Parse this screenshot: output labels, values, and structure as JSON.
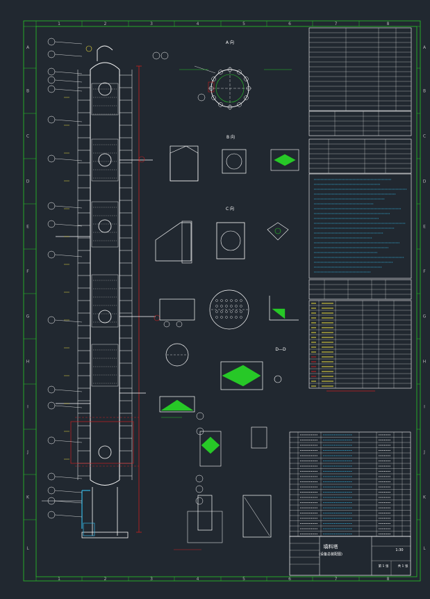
{
  "drawing": {
    "background": "#212830",
    "colors": {
      "frame": "#27c827",
      "geometry": "#ffffff",
      "dimension": "#cc1f1f",
      "text": "#f0f0f0",
      "accent": "#f0e040",
      "cyan": "#35b7e6"
    },
    "zone_columns": [
      "1",
      "2",
      "3",
      "4",
      "5",
      "6",
      "7",
      "8"
    ],
    "zone_rows": [
      "A",
      "B",
      "C",
      "D",
      "E",
      "F",
      "G",
      "H",
      "I",
      "J",
      "K",
      "L"
    ],
    "detail_titles": [
      "A 向",
      "B 向",
      "C 向",
      "D—D"
    ],
    "balloons": [
      "①",
      "②",
      "③",
      "④",
      "⑤",
      "⑥",
      "⑦",
      "⑧",
      "⑨",
      "⑩",
      "⑪",
      "⑫",
      "⑬",
      "⑭",
      "⑮"
    ],
    "title_block": {
      "title": "填料塔",
      "subtitle": "(设备总装配图)",
      "scale": "1:30",
      "sheet": "第 1 张",
      "sheets": "共 1 张"
    }
  }
}
